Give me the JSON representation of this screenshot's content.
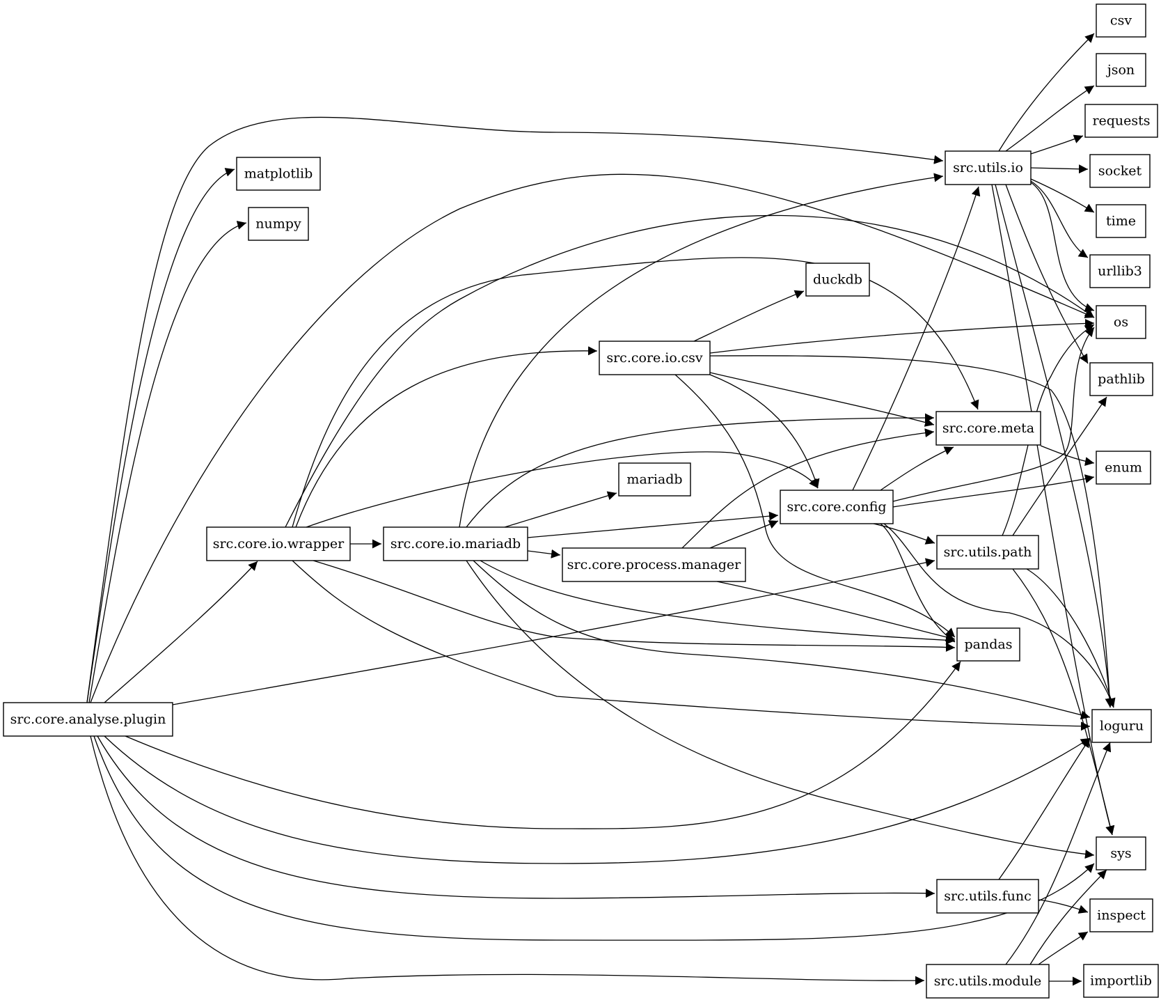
{
  "graph": {
    "nodes": [
      {
        "id": "csv",
        "label": "csv"
      },
      {
        "id": "json",
        "label": "json"
      },
      {
        "id": "requests",
        "label": "requests"
      },
      {
        "id": "socket",
        "label": "socket"
      },
      {
        "id": "time",
        "label": "time"
      },
      {
        "id": "urllib3",
        "label": "urllib3"
      },
      {
        "id": "os",
        "label": "os"
      },
      {
        "id": "pathlib",
        "label": "pathlib"
      },
      {
        "id": "enum",
        "label": "enum"
      },
      {
        "id": "loguru",
        "label": "loguru"
      },
      {
        "id": "sys",
        "label": "sys"
      },
      {
        "id": "inspect",
        "label": "inspect"
      },
      {
        "id": "importlib",
        "label": "importlib"
      },
      {
        "id": "matplotlib",
        "label": "matplotlib"
      },
      {
        "id": "numpy",
        "label": "numpy"
      },
      {
        "id": "duckdb",
        "label": "duckdb"
      },
      {
        "id": "mariadb",
        "label": "mariadb"
      },
      {
        "id": "pandas",
        "label": "pandas"
      },
      {
        "id": "src.utils.io",
        "label": "src.utils.io"
      },
      {
        "id": "src.core.io.csv",
        "label": "src.core.io.csv"
      },
      {
        "id": "src.core.meta",
        "label": "src.core.meta"
      },
      {
        "id": "src.core.config",
        "label": "src.core.config"
      },
      {
        "id": "src.utils.path",
        "label": "src.utils.path"
      },
      {
        "id": "src.core.io.wrapper",
        "label": "src.core.io.wrapper"
      },
      {
        "id": "src.core.io.mariadb",
        "label": "src.core.io.mariadb"
      },
      {
        "id": "src.core.process.manager",
        "label": "src.core.process.manager"
      },
      {
        "id": "src.core.analyse.plugin",
        "label": "src.core.analyse.plugin"
      },
      {
        "id": "src.utils.func",
        "label": "src.utils.func"
      },
      {
        "id": "src.utils.module",
        "label": "src.utils.module"
      }
    ],
    "edges": [
      {
        "from": "src.utils.io",
        "to": "csv"
      },
      {
        "from": "src.utils.io",
        "to": "json"
      },
      {
        "from": "src.utils.io",
        "to": "requests"
      },
      {
        "from": "src.utils.io",
        "to": "socket"
      },
      {
        "from": "src.utils.io",
        "to": "time"
      },
      {
        "from": "src.utils.io",
        "to": "urllib3"
      },
      {
        "from": "src.utils.io",
        "to": "os"
      },
      {
        "from": "src.utils.io",
        "to": "pathlib"
      },
      {
        "from": "src.utils.io",
        "to": "loguru"
      },
      {
        "from": "src.utils.io",
        "to": "sys"
      },
      {
        "from": "src.core.io.csv",
        "to": "duckdb"
      },
      {
        "from": "src.core.io.csv",
        "to": "os"
      },
      {
        "from": "src.core.io.csv",
        "to": "loguru"
      },
      {
        "from": "src.core.io.csv",
        "to": "src.core.meta"
      },
      {
        "from": "src.core.io.csv",
        "to": "src.core.config"
      },
      {
        "from": "src.core.io.csv",
        "to": "pandas"
      },
      {
        "from": "src.core.meta",
        "to": "enum"
      },
      {
        "from": "src.core.config",
        "to": "src.utils.io"
      },
      {
        "from": "src.core.config",
        "to": "src.core.meta"
      },
      {
        "from": "src.core.config",
        "to": "os"
      },
      {
        "from": "src.core.config",
        "to": "enum"
      },
      {
        "from": "src.core.config",
        "to": "src.utils.path"
      },
      {
        "from": "src.core.config",
        "to": "pandas"
      },
      {
        "from": "src.core.config",
        "to": "loguru"
      },
      {
        "from": "src.utils.path",
        "to": "os"
      },
      {
        "from": "src.utils.path",
        "to": "pathlib"
      },
      {
        "from": "src.utils.path",
        "to": "loguru"
      },
      {
        "from": "src.utils.path",
        "to": "sys"
      },
      {
        "from": "src.core.io.wrapper",
        "to": "os"
      },
      {
        "from": "src.core.io.wrapper",
        "to": "src.core.meta"
      },
      {
        "from": "src.core.io.wrapper",
        "to": "src.core.io.csv"
      },
      {
        "from": "src.core.io.wrapper",
        "to": "src.core.config"
      },
      {
        "from": "src.core.io.wrapper",
        "to": "src.core.io.mariadb"
      },
      {
        "from": "src.core.io.wrapper",
        "to": "pandas"
      },
      {
        "from": "src.core.io.wrapper",
        "to": "loguru"
      },
      {
        "from": "src.core.io.mariadb",
        "to": "src.utils.io"
      },
      {
        "from": "src.core.io.mariadb",
        "to": "src.core.meta"
      },
      {
        "from": "src.core.io.mariadb",
        "to": "mariadb"
      },
      {
        "from": "src.core.io.mariadb",
        "to": "src.core.config"
      },
      {
        "from": "src.core.io.mariadb",
        "to": "src.core.process.manager"
      },
      {
        "from": "src.core.io.mariadb",
        "to": "pandas"
      },
      {
        "from": "src.core.io.mariadb",
        "to": "loguru"
      },
      {
        "from": "src.core.io.mariadb",
        "to": "sys"
      },
      {
        "from": "src.core.process.manager",
        "to": "src.core.meta"
      },
      {
        "from": "src.core.process.manager",
        "to": "src.core.config"
      },
      {
        "from": "src.core.process.manager",
        "to": "pandas"
      },
      {
        "from": "src.core.analyse.plugin",
        "to": "src.utils.io"
      },
      {
        "from": "src.core.analyse.plugin",
        "to": "matplotlib"
      },
      {
        "from": "src.core.analyse.plugin",
        "to": "numpy"
      },
      {
        "from": "src.core.analyse.plugin",
        "to": "os"
      },
      {
        "from": "src.core.analyse.plugin",
        "to": "src.core.io.wrapper"
      },
      {
        "from": "src.core.analyse.plugin",
        "to": "src.utils.path"
      },
      {
        "from": "src.core.analyse.plugin",
        "to": "pandas"
      },
      {
        "from": "src.core.analyse.plugin",
        "to": "loguru"
      },
      {
        "from": "src.core.analyse.plugin",
        "to": "src.utils.func"
      },
      {
        "from": "src.core.analyse.plugin",
        "to": "sys"
      },
      {
        "from": "src.core.analyse.plugin",
        "to": "src.utils.module"
      },
      {
        "from": "src.utils.func",
        "to": "loguru"
      },
      {
        "from": "src.utils.func",
        "to": "inspect"
      },
      {
        "from": "src.utils.module",
        "to": "loguru"
      },
      {
        "from": "src.utils.module",
        "to": "sys"
      },
      {
        "from": "src.utils.module",
        "to": "inspect"
      },
      {
        "from": "src.utils.module",
        "to": "importlib"
      }
    ]
  }
}
